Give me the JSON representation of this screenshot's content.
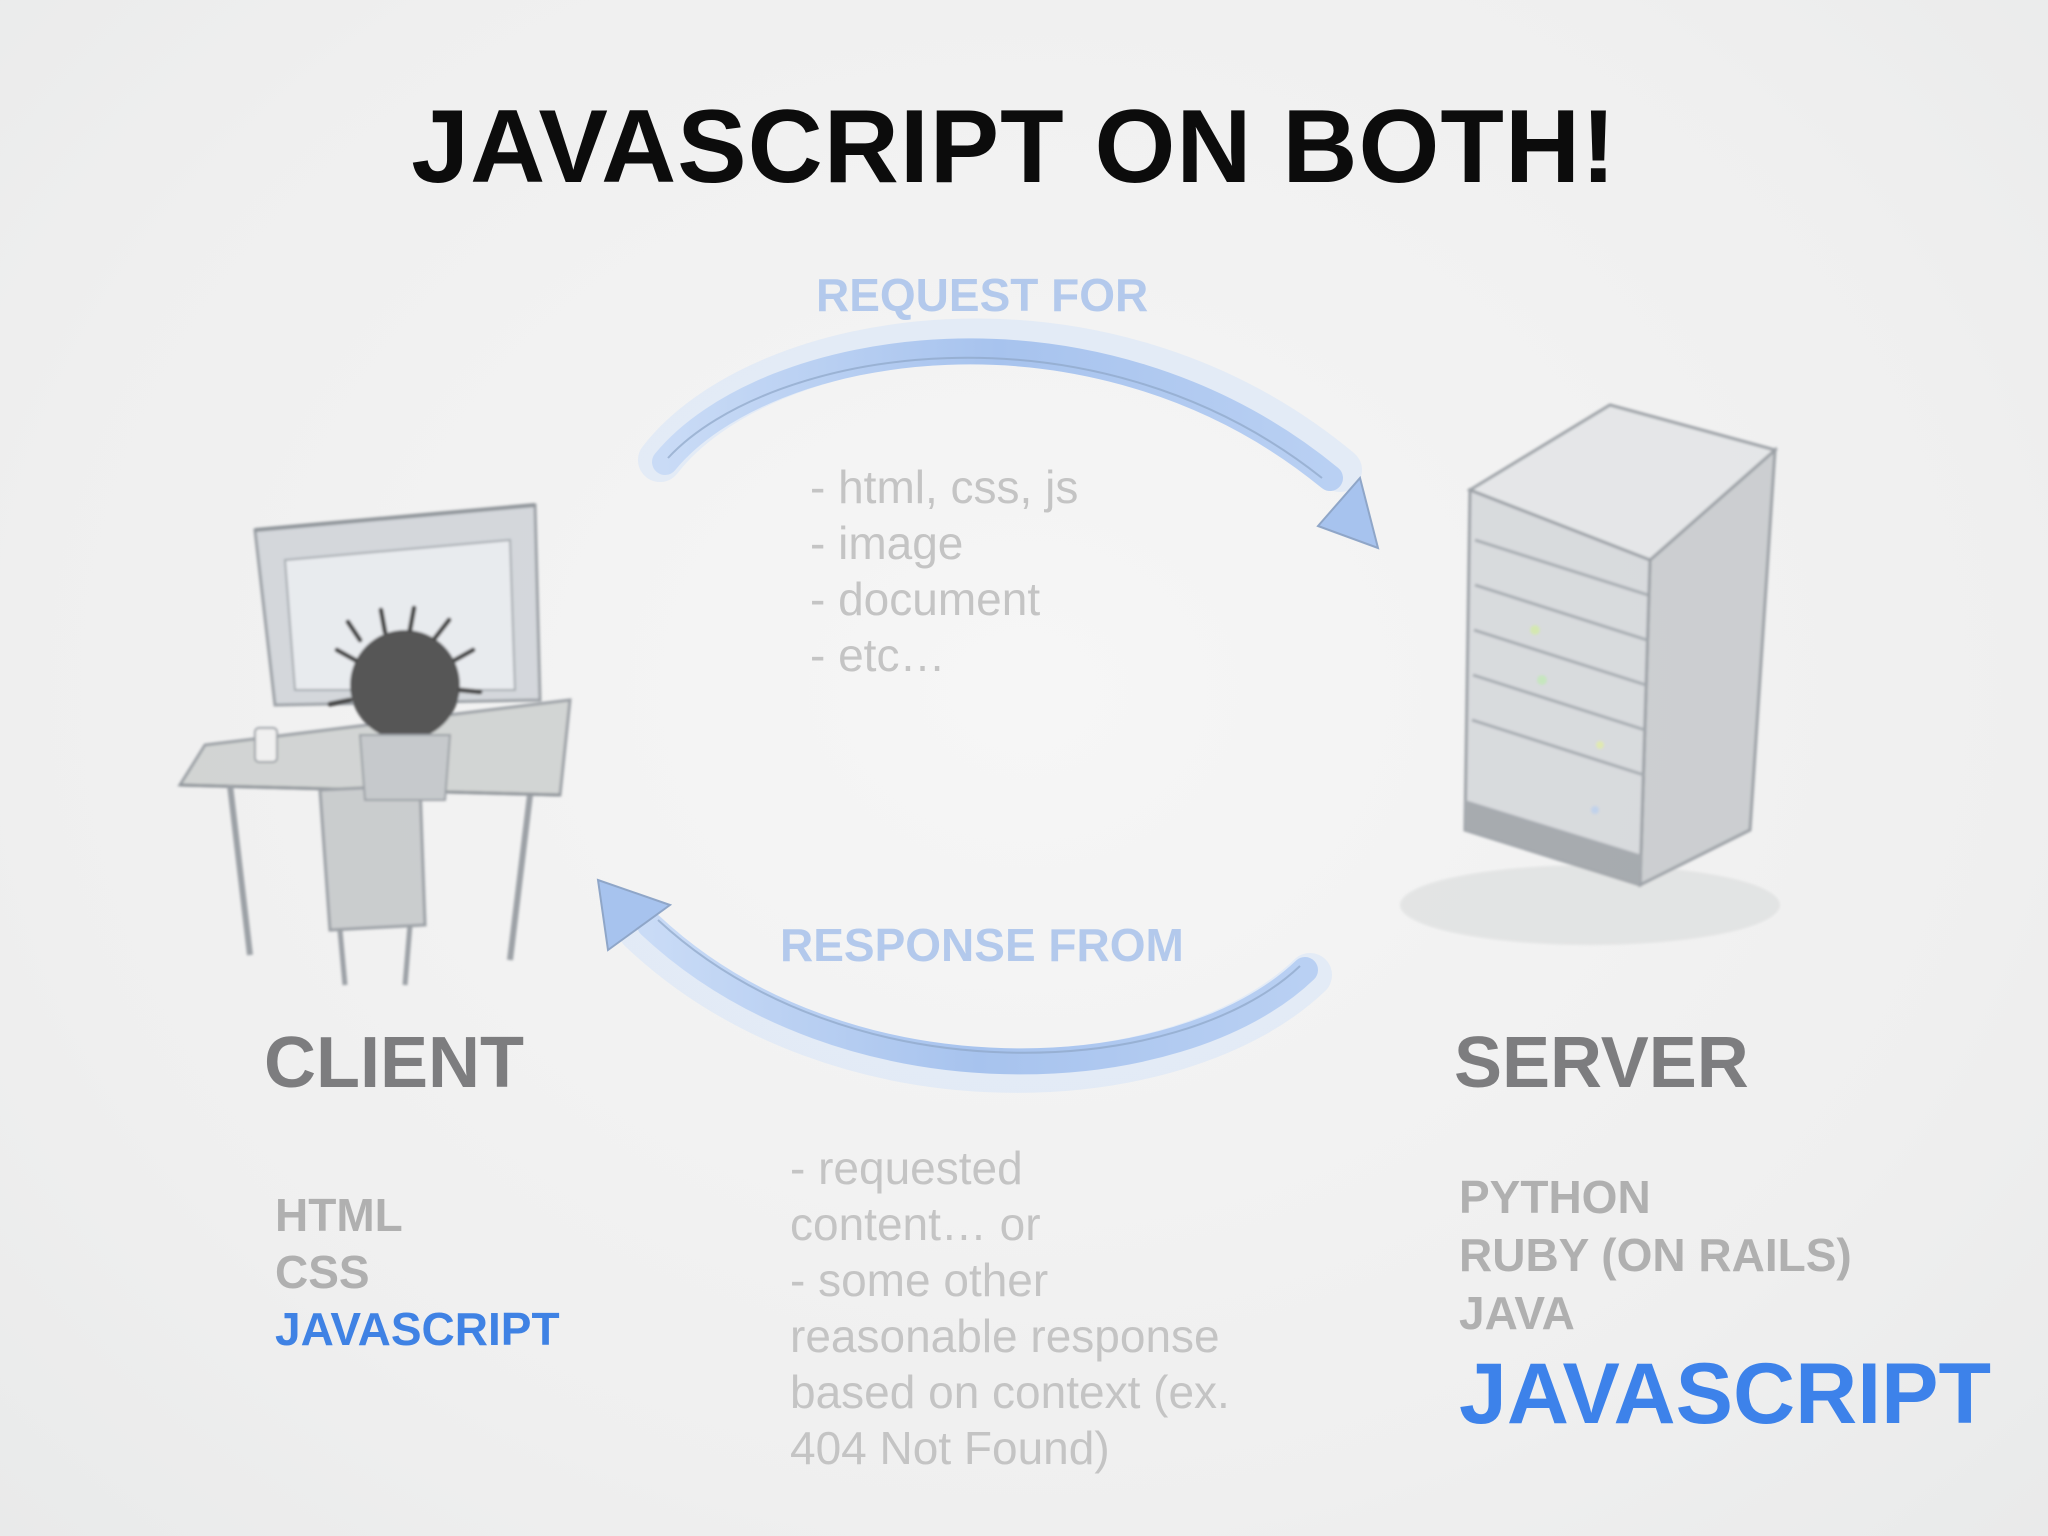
{
  "title": "JAVASCRIPT ON BOTH!",
  "request": {
    "label": "REQUEST FOR",
    "items": [
      "- html, css, js",
      "- image",
      "- document",
      "- etc…"
    ]
  },
  "response": {
    "label": "RESPONSE FROM",
    "items": [
      "- requested",
      "content… or",
      "- some other",
      "reasonable response",
      "based on context (ex.",
      "404 Not Found)"
    ]
  },
  "client": {
    "title": "CLIENT",
    "tech": [
      "HTML",
      "CSS",
      "JAVASCRIPT"
    ]
  },
  "server": {
    "title": "SERVER",
    "tech": [
      "PYTHON",
      "RUBY (ON RAILS)",
      "JAVA",
      "JAVASCRIPT"
    ]
  },
  "colors": {
    "arrow": "#a9c4ee",
    "highlight": "#3d82ea",
    "sketch": "#8a8f96"
  }
}
